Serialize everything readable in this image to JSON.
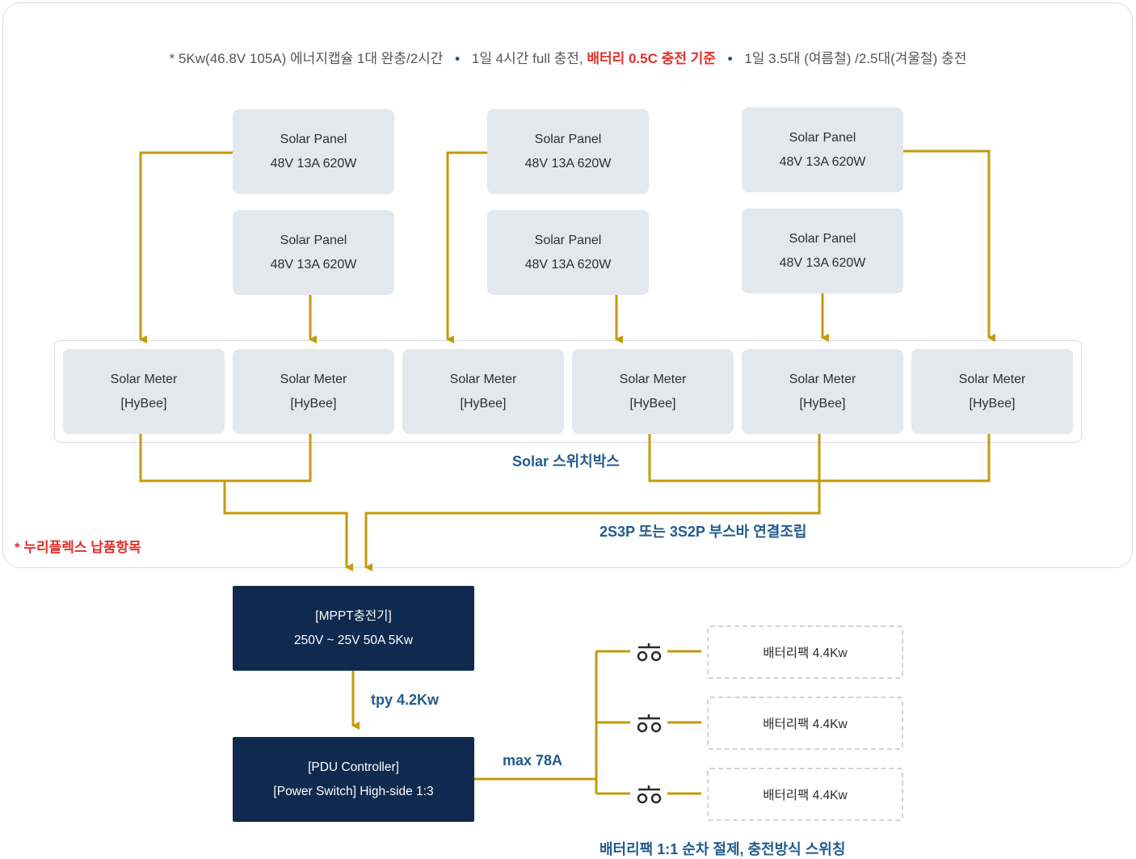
{
  "header": {
    "part1": "* 5Kw(46.8V 105A) 에너지캡슐 1대 완충/2시간",
    "part2": "1일 4시간 full 충전,",
    "part2_red": "배터리 0.5C 충전 기준",
    "part3": "1일 3.5대 (여름철) /2.5대(겨울철) 충전",
    "bullet": "•"
  },
  "solar_panels": [
    {
      "title": "Solar Panel",
      "spec": "48V 13A 620W"
    },
    {
      "title": "Solar Panel",
      "spec": "48V 13A 620W"
    },
    {
      "title": "Solar Panel",
      "spec": "48V 13A 620W"
    },
    {
      "title": "Solar Panel",
      "spec": "48V 13A 620W"
    },
    {
      "title": "Solar Panel",
      "spec": "48V 13A 620W"
    },
    {
      "title": "Solar Panel",
      "spec": "48V 13A 620W"
    }
  ],
  "solar_meters": [
    {
      "title": "Solar Meter",
      "sub": "[HyBee]"
    },
    {
      "title": "Solar Meter",
      "sub": "[HyBee]"
    },
    {
      "title": "Solar Meter",
      "sub": "[HyBee]"
    },
    {
      "title": "Solar Meter",
      "sub": "[HyBee]"
    },
    {
      "title": "Solar Meter",
      "sub": "[HyBee]"
    },
    {
      "title": "Solar Meter",
      "sub": "[HyBee]"
    }
  ],
  "labels": {
    "switchbox": "Solar 스위치박스",
    "busbar": "2S3P 또는 3S2P 부스바 연결조립",
    "nuri": "* 누리플렉스 납품항목",
    "tpy": "tpy 4.2Kw",
    "max": "max 78A",
    "battery_note": "배터리팩 1:1 순차 절제, 충전방식 스위칭"
  },
  "mppt": {
    "line1": "[MPPT충전기]",
    "line2": "250V ~ 25V  50A 5Kw"
  },
  "pdu": {
    "line1": "[PDU Controller]",
    "line2": "[Power Switch] High-side 1:3"
  },
  "batteries": [
    {
      "label": "배터리팩 4.4Kw"
    },
    {
      "label": "배터리팩 4.4Kw"
    },
    {
      "label": "배터리팩 4.4Kw"
    }
  ],
  "colors": {
    "wire": "#c59a0b",
    "dark_box": "#10294f",
    "gray_box": "#e2e8ee",
    "accent_red": "#e0322c",
    "label_blue": "#1f5b8e"
  },
  "icons": {
    "switch": "switch-open-icon"
  }
}
